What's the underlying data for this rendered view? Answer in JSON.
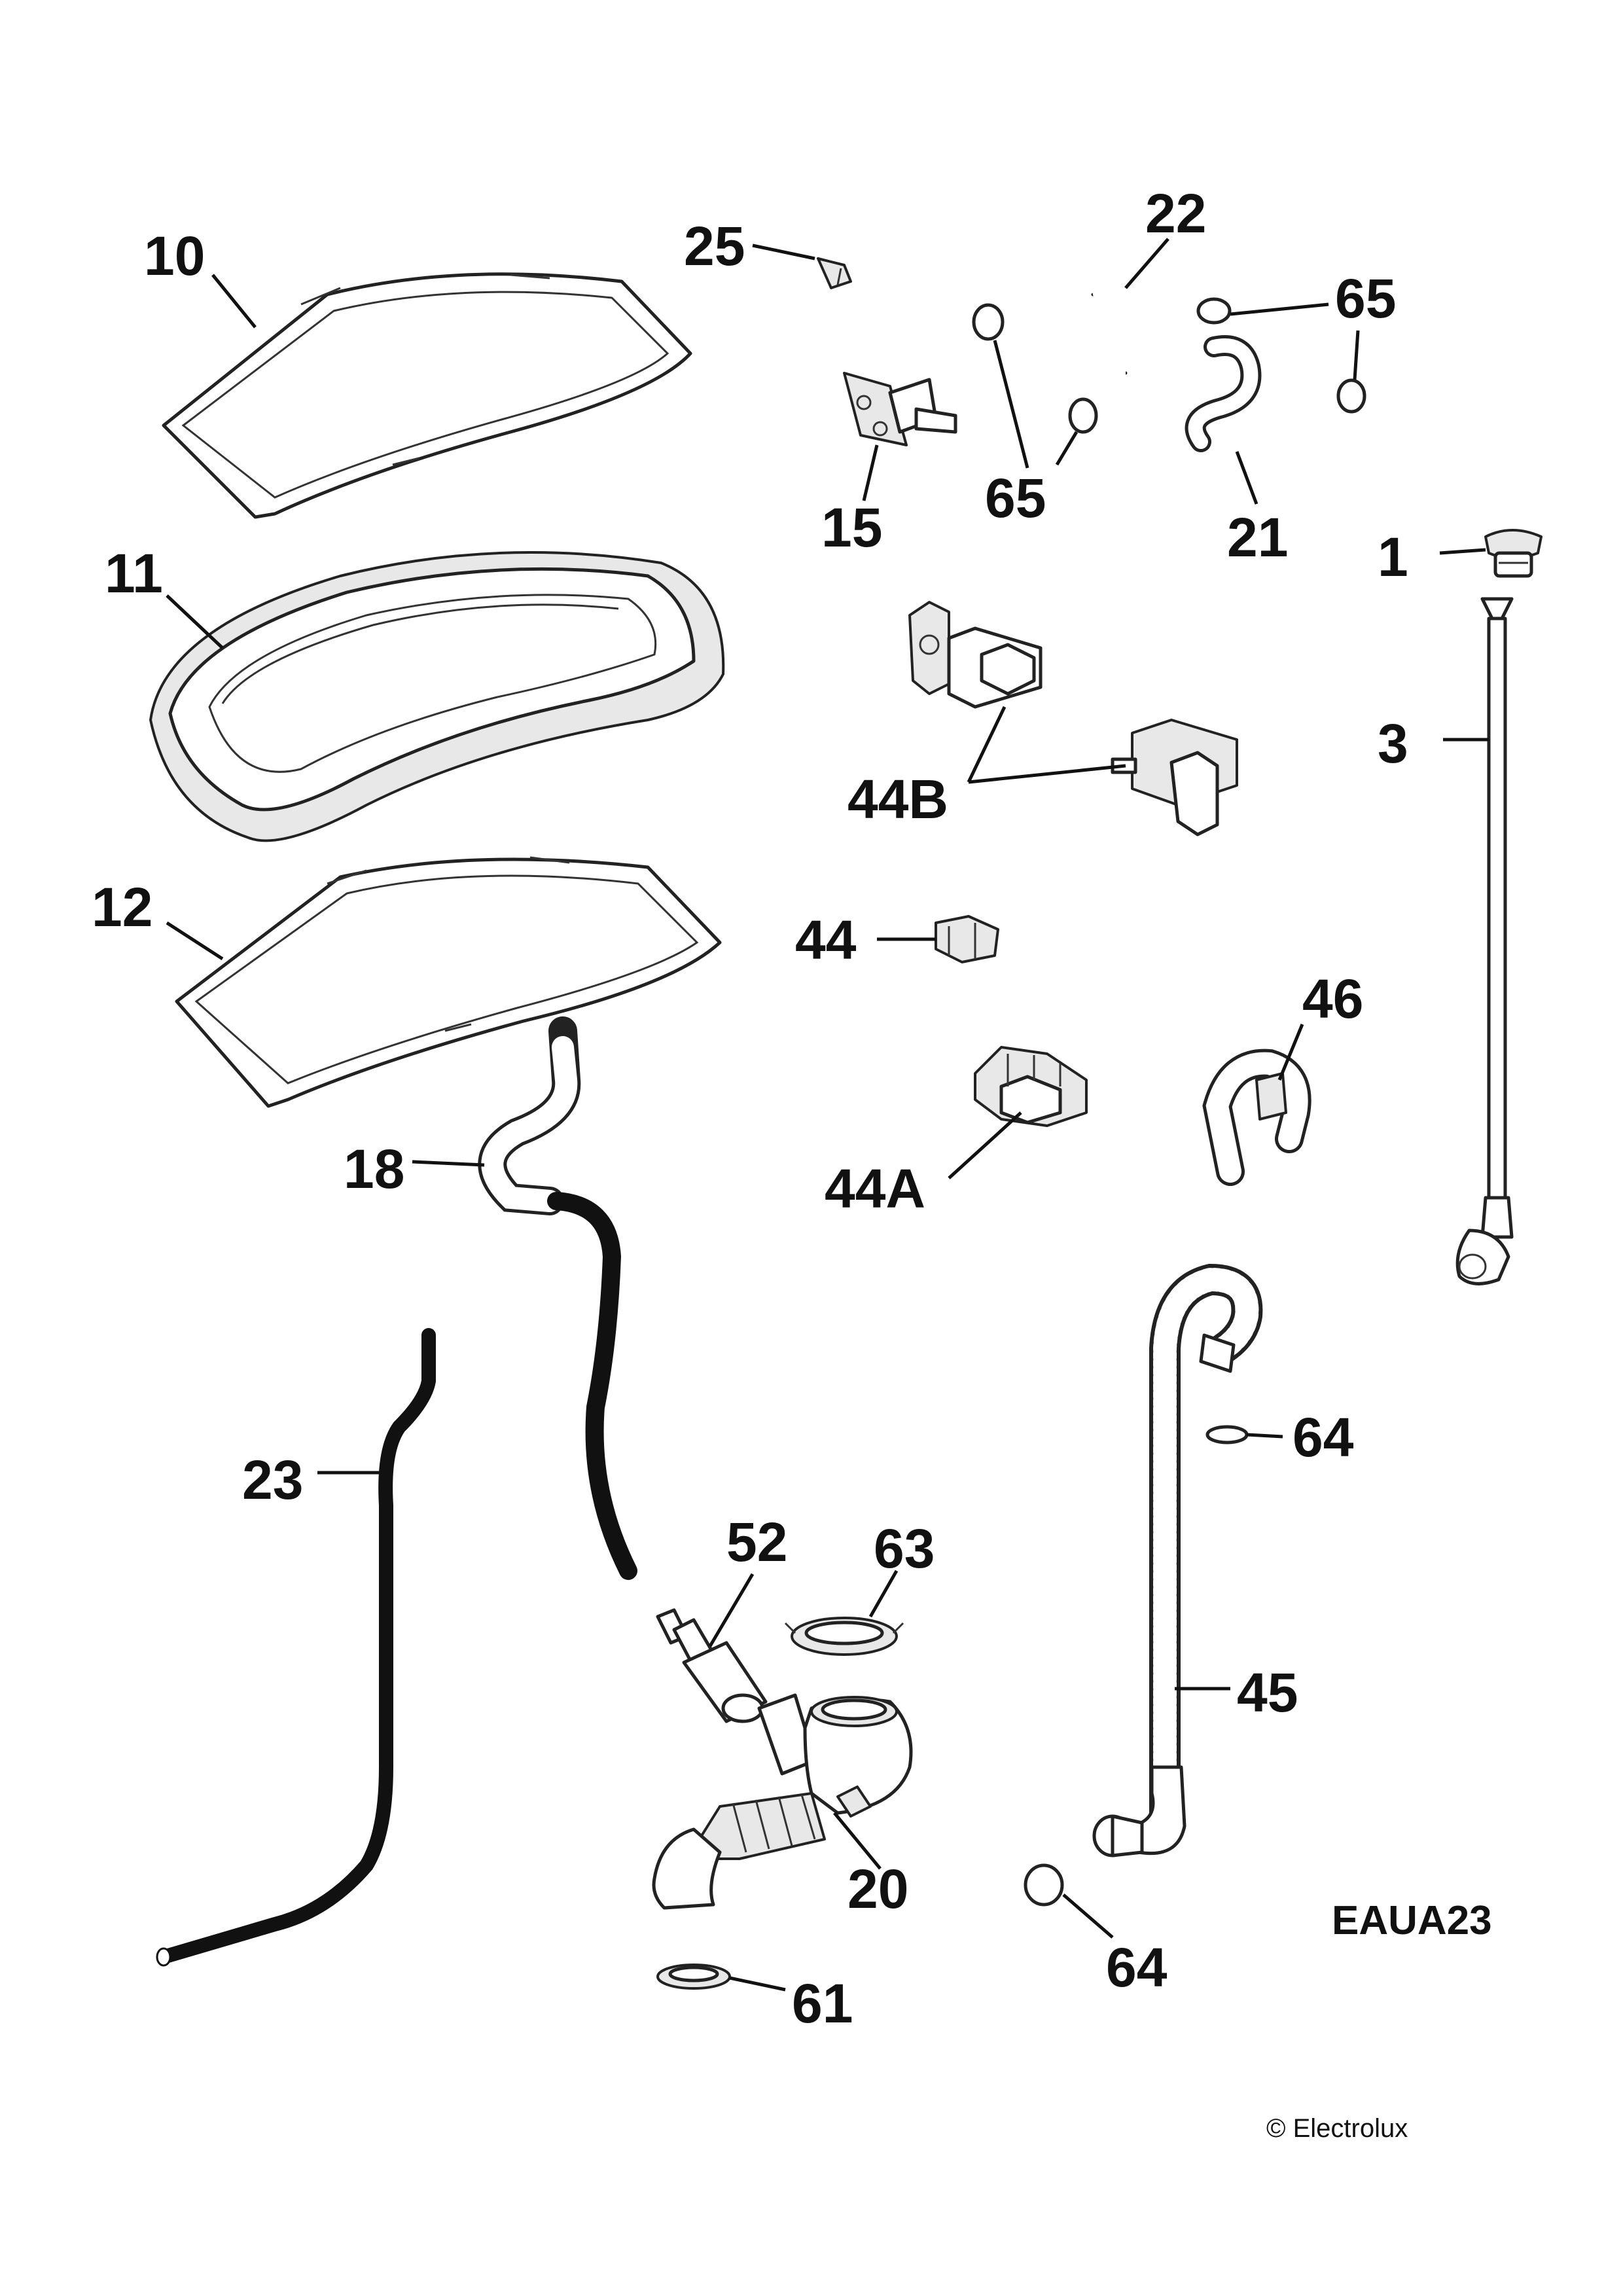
{
  "diagram_code": "EAUA23",
  "copyright": "© Electrolux",
  "callouts": {
    "p10": "10",
    "p11": "11",
    "p12": "12",
    "p25": "25",
    "p22": "22",
    "p65a": "65",
    "p15": "15",
    "p65b": "65",
    "p21": "21",
    "p1": "1",
    "p3": "3",
    "p44b": "44B",
    "p44": "44",
    "p46": "46",
    "p44a": "44A",
    "p18": "18",
    "p23": "23",
    "p52": "52",
    "p63": "63",
    "p64a": "64",
    "p45": "45",
    "p20": "20",
    "p64b": "64",
    "p61": "61"
  },
  "colors": {
    "ink": "#111111",
    "part_fill": "#ffffff",
    "shade": "#e8e8e8"
  }
}
